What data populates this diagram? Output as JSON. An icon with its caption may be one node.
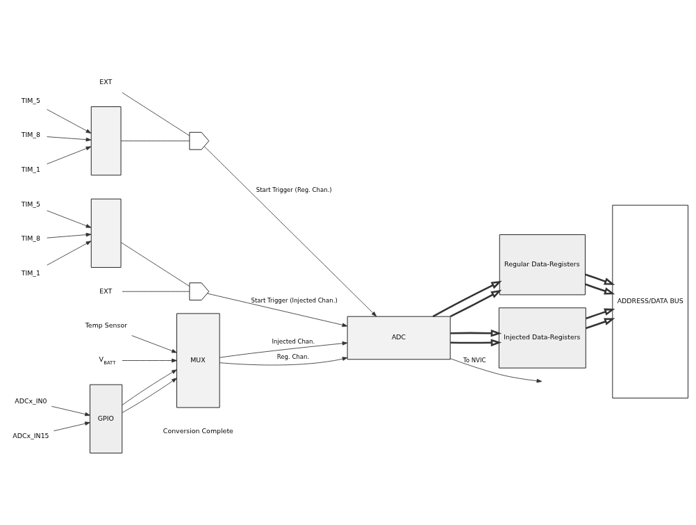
{
  "diagram": {
    "nodes": [
      {
        "text": [
          "ADCx_IN0"
        ]
      },
      {
        "text": [
          "ADCx_IN15"
        ]
      },
      {
        "text": [
          "Temp Sensor"
        ]
      },
      {
        "text": [
          "V$_{BATT}$"
        ]
      },
      {
        "text": [
          "GPIO"
        ]
      },
      {
        "text": [
          "MUX"
        ]
      },
      {
        "text": [
          "ADC"
        ]
      },
      {
        "text": [
          "Regular Data-Registers"
        ]
      },
      {
        "text": [
          "Injected Data-Registers"
        ]
      },
      {
        "text": [
          "ADDRESS/DATA BUS"
        ]
      },
      {
        "text": [
          "EXT"
        ]
      },
      {
        "text": [],
        "shape": "gate"
      },
      {
        "text": [],
        "shape": "trapezoid"
      },
      {
        "text": [
          "TIM_1"
        ]
      },
      {
        "text": [
          "TIM_5"
        ]
      },
      {
        "text": [
          "TIM_8"
        ]
      },
      {
        "text": [
          "EXT"
        ]
      },
      {
        "text": [],
        "shape": "gate"
      },
      {
        "text": [],
        "shape": "trapezoid"
      },
      {
        "text": [
          "TIM_1"
        ]
      },
      {
        "text": [
          "TIM_5"
        ]
      },
      {
        "text": [
          "TIM_8"
        ]
      }
    ],
    "edges": [
      {
        "from": 0,
        "to": 4,
        "arrow": "to"
      },
      {
        "from": 1,
        "to": 4,
        "arrow": "to"
      },
      {
        "from": 4,
        "to": 5,
        "arrow": "to"
      },
      {
        "from": 4,
        "to": 5,
        "arrow": "to"
      },
      {
        "from": 2,
        "to": 5,
        "arrow": "to"
      },
      {
        "from": 3,
        "to": 5,
        "arrow": "to"
      },
      {
        "from": 5,
        "to": 6,
        "arrow": "to",
        "label": "Reg. Chan."
      },
      {
        "from": 5,
        "to": 6,
        "arrow": "to",
        "label": "Injected Chan."
      },
      {
        "from": 6,
        "to": null,
        "arrow": "to",
        "label": "To NVIC"
      },
      {
        "from": 6,
        "to": 7,
        "arrow": "to",
        "style": "thick"
      },
      {
        "from": 6,
        "to": 7,
        "arrow": "to",
        "style": "thick"
      },
      {
        "from": 6,
        "to": 8,
        "arrow": "to",
        "style": "thick"
      },
      {
        "from": 6,
        "to": 8,
        "arrow": "to",
        "style": "thick"
      },
      {
        "from": 7,
        "to": 9,
        "arrow": "to",
        "style": "thick"
      },
      {
        "from": 7,
        "to": 9,
        "arrow": "to",
        "style": "thick"
      },
      {
        "from": 8,
        "to": 9,
        "arrow": "to",
        "style": "thick"
      },
      {
        "from": 8,
        "to": 9,
        "arrow": "to",
        "style": "thick"
      },
      {
        "from": 13,
        "to": 12,
        "arrow": "to"
      },
      {
        "from": 14,
        "to": 12,
        "arrow": "to"
      },
      {
        "from": 15,
        "to": 12,
        "arrow": "to"
      },
      {
        "from": 10,
        "to": 11,
        "arrow": "none"
      },
      {
        "from": 12,
        "to": 11,
        "arrow": "none"
      },
      {
        "from": 11,
        "to": 6,
        "arrow": "to",
        "label": "Start Trigger (Reg. Chan.)"
      },
      {
        "from": 19,
        "to": 18,
        "arrow": "to"
      },
      {
        "from": 20,
        "to": 18,
        "arrow": "to"
      },
      {
        "from": 21,
        "to": 18,
        "arrow": "to"
      },
      {
        "from": 16,
        "to": 17,
        "arrow": "none"
      },
      {
        "from": 18,
        "to": 17,
        "arrow": "none"
      },
      {
        "from": 17,
        "to": 6,
        "arrow": "to",
        "label": "Start Trigger (Injected Chan.)"
      }
    ],
    "labels": [
      "Conversion Complete"
    ]
  }
}
